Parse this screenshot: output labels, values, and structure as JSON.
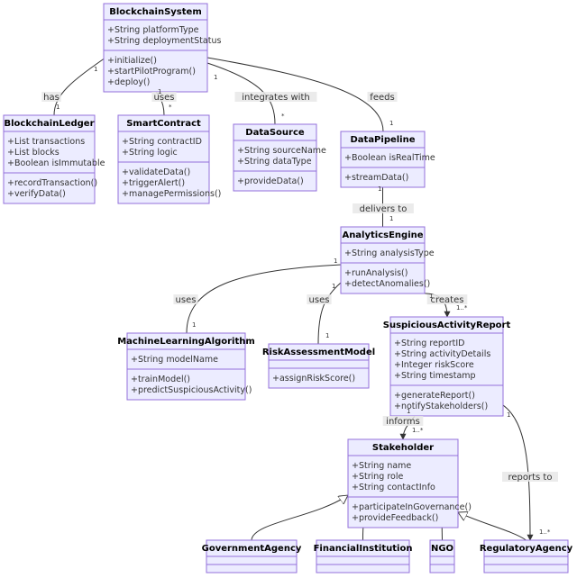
{
  "classes": [
    {
      "id": "BlockchainSystem",
      "name": "BlockchainSystem",
      "attributes": [
        "+String platformType",
        "+String deploymentStatus"
      ],
      "methods": [
        "+initialize()",
        "+startPilotProgram()",
        "+deploy()"
      ]
    },
    {
      "id": "BlockchainLedger",
      "name": "BlockchainLedger",
      "attributes": [
        "+List transactions",
        "+List blocks",
        "+Boolean isImmutable"
      ],
      "methods": [
        "+recordTransaction()",
        "+verifyData()"
      ]
    },
    {
      "id": "SmartContract",
      "name": "SmartContract",
      "attributes": [
        "+String contractID",
        "+String logic"
      ],
      "methods": [
        "+validateData()",
        "+triggerAlert()",
        "+managePermissions()"
      ]
    },
    {
      "id": "DataSource",
      "name": "DataSource",
      "attributes": [
        "+String sourceName",
        "+String dataType"
      ],
      "methods": [
        "+provideData()"
      ]
    },
    {
      "id": "DataPipeline",
      "name": "DataPipeline",
      "attributes": [
        "+Boolean isRealTime"
      ],
      "methods": [
        "+streamData()"
      ]
    },
    {
      "id": "AnalyticsEngine",
      "name": "AnalyticsEngine",
      "attributes": [
        "+String analysisType"
      ],
      "methods": [
        "+runAnalysis()",
        "+detectAnomalies()"
      ]
    },
    {
      "id": "MachineLearningAlgorithm",
      "name": "MachineLearningAlgorithm",
      "attributes": [
        "+String modelName"
      ],
      "methods": [
        "+trainModel()",
        "+predictSuspiciousActivity()"
      ]
    },
    {
      "id": "RiskAssessmentModel",
      "name": "RiskAssessmentModel",
      "attributes": [],
      "methods": [
        "+assignRiskScore()"
      ]
    },
    {
      "id": "SuspiciousActivityReport",
      "name": "SuspiciousActivityReport",
      "attributes": [
        "+String reportID",
        "+String activityDetails",
        "+Integer riskScore",
        "+String timestamp"
      ],
      "methods": [
        "+generateReport()",
        "+notifyStakeholders()"
      ]
    },
    {
      "id": "Stakeholder",
      "name": "Stakeholder",
      "attributes": [
        "+String name",
        "+String role",
        "+String contactInfo"
      ],
      "methods": [
        "+participateInGovernance()",
        "+provideFeedback()"
      ]
    },
    {
      "id": "GovernmentAgency",
      "name": "GovernmentAgency",
      "attributes": [],
      "methods": []
    },
    {
      "id": "FinancialInstitution",
      "name": "FinancialInstitution",
      "attributes": [],
      "methods": []
    },
    {
      "id": "NGO",
      "name": "NGO",
      "attributes": [],
      "methods": []
    },
    {
      "id": "RegulatoryAgency",
      "name": "RegulatoryAgency",
      "attributes": [],
      "methods": []
    }
  ],
  "relations": [
    {
      "from": "BlockchainSystem",
      "to": "BlockchainLedger",
      "label": "has",
      "from_mult": "1",
      "to_mult": "1",
      "type": "association"
    },
    {
      "from": "BlockchainSystem",
      "to": "SmartContract",
      "label": "uses",
      "from_mult": "1",
      "to_mult": "*",
      "type": "association"
    },
    {
      "from": "BlockchainSystem",
      "to": "DataSource",
      "label": "integrates with",
      "from_mult": "1",
      "to_mult": "*",
      "type": "association"
    },
    {
      "from": "BlockchainSystem",
      "to": "DataPipeline",
      "label": "feeds",
      "from_mult": "",
      "to_mult": "1",
      "type": "association"
    },
    {
      "from": "DataPipeline",
      "to": "AnalyticsEngine",
      "label": "delivers to",
      "from_mult": "1",
      "to_mult": "1",
      "type": "association"
    },
    {
      "from": "AnalyticsEngine",
      "to": "MachineLearningAlgorithm",
      "label": "uses",
      "from_mult": "1",
      "to_mult": "1",
      "type": "association"
    },
    {
      "from": "AnalyticsEngine",
      "to": "RiskAssessmentModel",
      "label": "uses",
      "from_mult": "1",
      "to_mult": "1",
      "type": "association"
    },
    {
      "from": "AnalyticsEngine",
      "to": "SuspiciousActivityReport",
      "label": "creates",
      "from_mult": "1",
      "to_mult": "1..*",
      "type": "directed"
    },
    {
      "from": "SuspiciousActivityReport",
      "to": "Stakeholder",
      "label": "informs",
      "from_mult": "1",
      "to_mult": "1..*",
      "type": "directed"
    },
    {
      "from": "SuspiciousActivityReport",
      "to": "RegulatoryAgency",
      "label": "reports to",
      "from_mult": "1",
      "to_mult": "1..*",
      "type": "directed"
    },
    {
      "from": "GovernmentAgency",
      "to": "Stakeholder",
      "label": "",
      "from_mult": "",
      "to_mult": "",
      "type": "inheritance"
    },
    {
      "from": "FinancialInstitution",
      "to": "Stakeholder",
      "label": "",
      "from_mult": "",
      "to_mult": "",
      "type": "inheritance"
    },
    {
      "from": "NGO",
      "to": "Stakeholder",
      "label": "",
      "from_mult": "",
      "to_mult": "",
      "type": "inheritance"
    },
    {
      "from": "RegulatoryAgency",
      "to": "Stakeholder",
      "label": "",
      "from_mult": "",
      "to_mult": "",
      "type": "inheritance"
    }
  ]
}
